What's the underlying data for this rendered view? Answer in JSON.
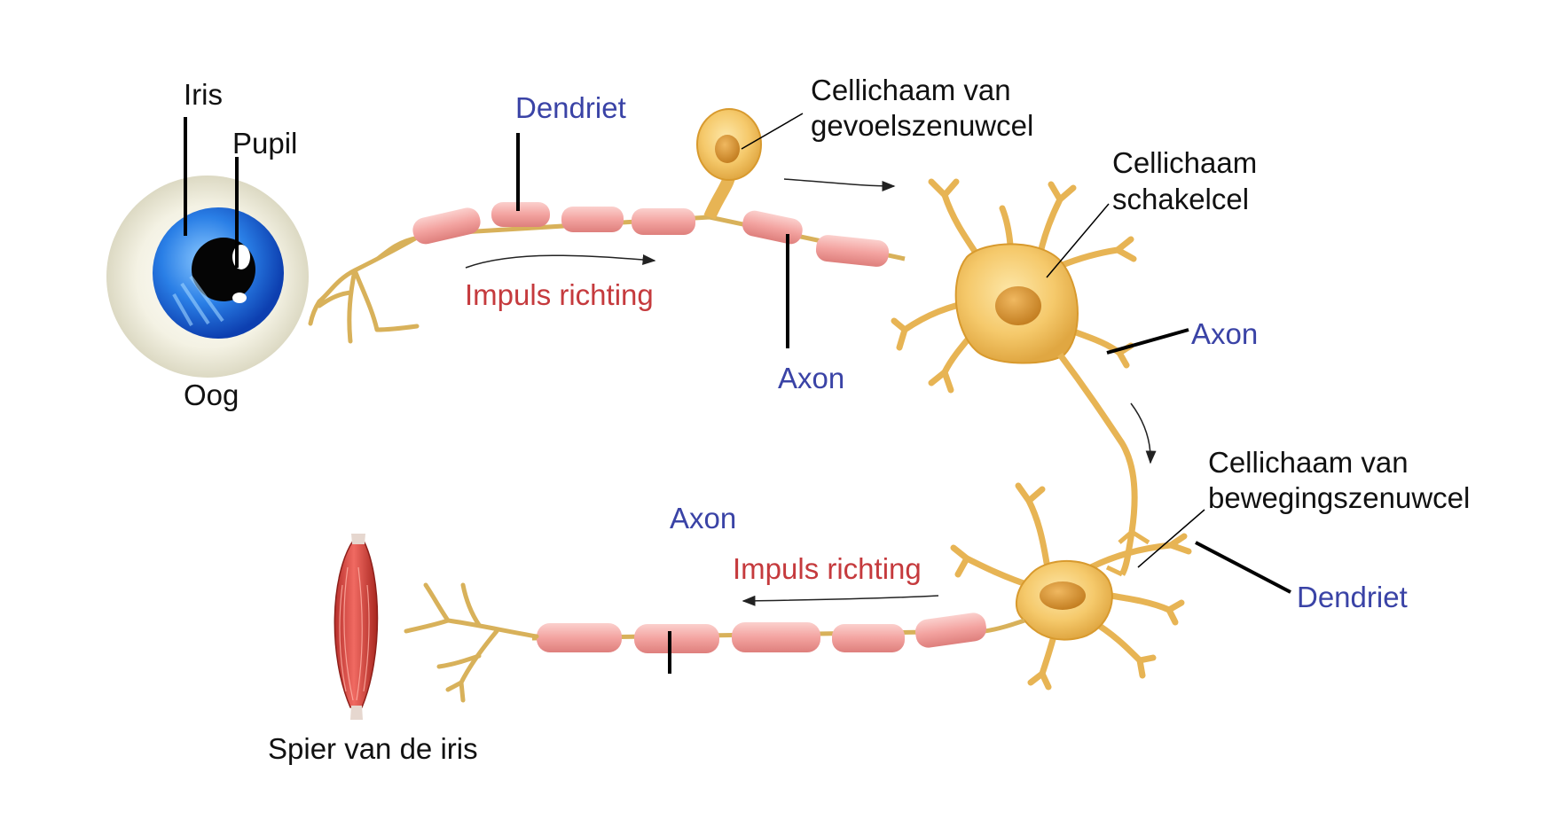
{
  "colors": {
    "label_black": "#111111",
    "label_blue": "#3a43a6",
    "label_red": "#c53a3d",
    "myelin": "#f3a3a0",
    "myelin_dark": "#d9706e",
    "neuron": "#f5c96b",
    "neuron_dark": "#d89a2e",
    "nucleus": "#d99a36",
    "iris_blue": "#2a7fe6",
    "sclera": "#ecead8",
    "muscle": "#e0504a"
  },
  "labels": {
    "iris": "Iris",
    "pupil": "Pupil",
    "eye": "Oog",
    "sensory_dendrite": "Dendriet",
    "impulse_top": "Impuls richting",
    "sensory_body_line1": "Cellichaam van",
    "sensory_body_line2": "gevoelszenuwcel",
    "sensory_axon": "Axon",
    "inter_body_line1": "Cellichaam",
    "inter_body_line2": "schakelcel",
    "inter_axon": "Axon",
    "motor_body_line1": "Cellichaam van",
    "motor_body_line2": "bewegingszenuwcel",
    "motor_dendrite": "Dendriet",
    "motor_axon": "Axon",
    "impulse_bottom": "Impuls richting",
    "muscle": "Spier van de iris"
  }
}
